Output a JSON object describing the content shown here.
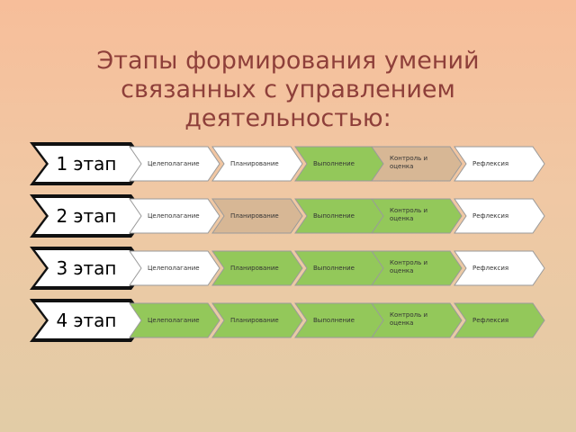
{
  "title_lines": [
    "Этапы формирования умений",
    "связанных с управлением",
    "деятельностью:"
  ],
  "colors": {
    "white": "#ffffff",
    "green": "#93c85a",
    "tan": "#d7b795",
    "title": "#8e3f3a"
  },
  "stages": [
    {
      "label": "1 этап",
      "steps": [
        {
          "text": [
            "Целеполагание"
          ],
          "color": "white"
        },
        {
          "text": [
            "Планирование"
          ],
          "color": "white"
        },
        {
          "text": [
            "Выполнение"
          ],
          "color": "green"
        },
        {
          "text": [
            "Контроль и",
            "оценка"
          ],
          "color": "tan"
        },
        {
          "text": [
            "Рефлексия"
          ],
          "color": "white"
        }
      ]
    },
    {
      "label": "2 этап",
      "steps": [
        {
          "text": [
            "Целеполагание"
          ],
          "color": "white"
        },
        {
          "text": [
            "Планирование"
          ],
          "color": "tan"
        },
        {
          "text": [
            "Выполнение"
          ],
          "color": "green"
        },
        {
          "text": [
            "Контроль и",
            "оценка"
          ],
          "color": "green"
        },
        {
          "text": [
            "Рефлексия"
          ],
          "color": "white"
        }
      ]
    },
    {
      "label": "3 этап",
      "steps": [
        {
          "text": [
            "Целеполагание"
          ],
          "color": "white"
        },
        {
          "text": [
            "Планирование"
          ],
          "color": "green"
        },
        {
          "text": [
            "Выполнение"
          ],
          "color": "green"
        },
        {
          "text": [
            "Контроль и",
            "оценка"
          ],
          "color": "green"
        },
        {
          "text": [
            "Рефлексия"
          ],
          "color": "white"
        }
      ]
    },
    {
      "label": "4 этап",
      "steps": [
        {
          "text": [
            "Целеполагание"
          ],
          "color": "green"
        },
        {
          "text": [
            "Планирование"
          ],
          "color": "green"
        },
        {
          "text": [
            "Выполнение"
          ],
          "color": "green"
        },
        {
          "text": [
            "Контроль и",
            "оценка"
          ],
          "color": "green"
        },
        {
          "text": [
            "Рефлексия"
          ],
          "color": "green"
        }
      ]
    }
  ]
}
